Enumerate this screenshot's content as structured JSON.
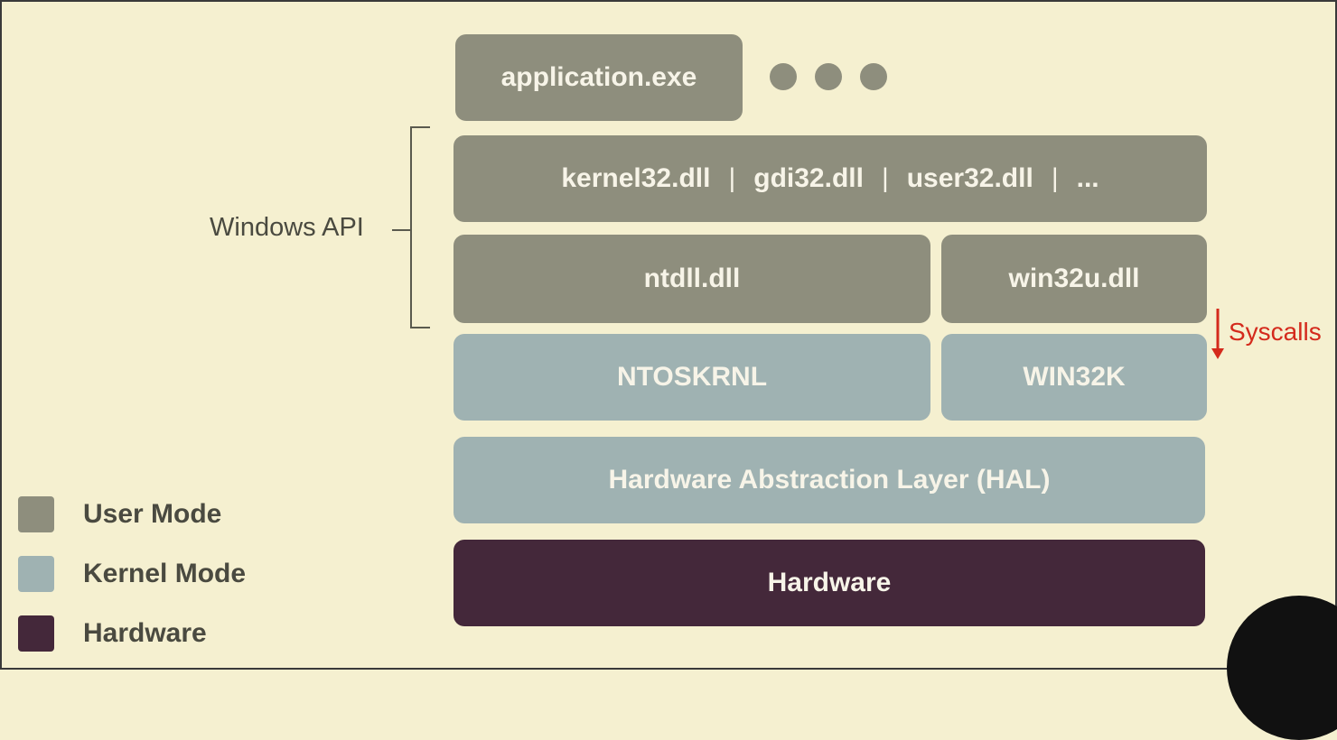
{
  "diagram": {
    "app_block": "application.exe",
    "dll_items": [
      "kernel32.dll",
      "gdi32.dll",
      "user32.dll",
      "..."
    ],
    "ntdll": "ntdll.dll",
    "win32u": "win32u.dll",
    "ntoskrnl": "NTOSKRNL",
    "win32k": "WIN32K",
    "hal": "Hardware Abstraction Layer (HAL)",
    "hardware": "Hardware",
    "windows_api_label": "Windows API",
    "syscalls_label": "Syscalls"
  },
  "legend": [
    {
      "label": "User Mode",
      "color": "#8e8e7d"
    },
    {
      "label": "Kernel Mode",
      "color": "#9fb2b2"
    },
    {
      "label": "Hardware",
      "color": "#44283a"
    }
  ],
  "colors": {
    "background": "#f5f0d0",
    "user_mode": "#8e8e7d",
    "kernel_mode": "#9fb2b2",
    "hardware": "#44283a",
    "syscall_arrow": "#d42a1c"
  }
}
